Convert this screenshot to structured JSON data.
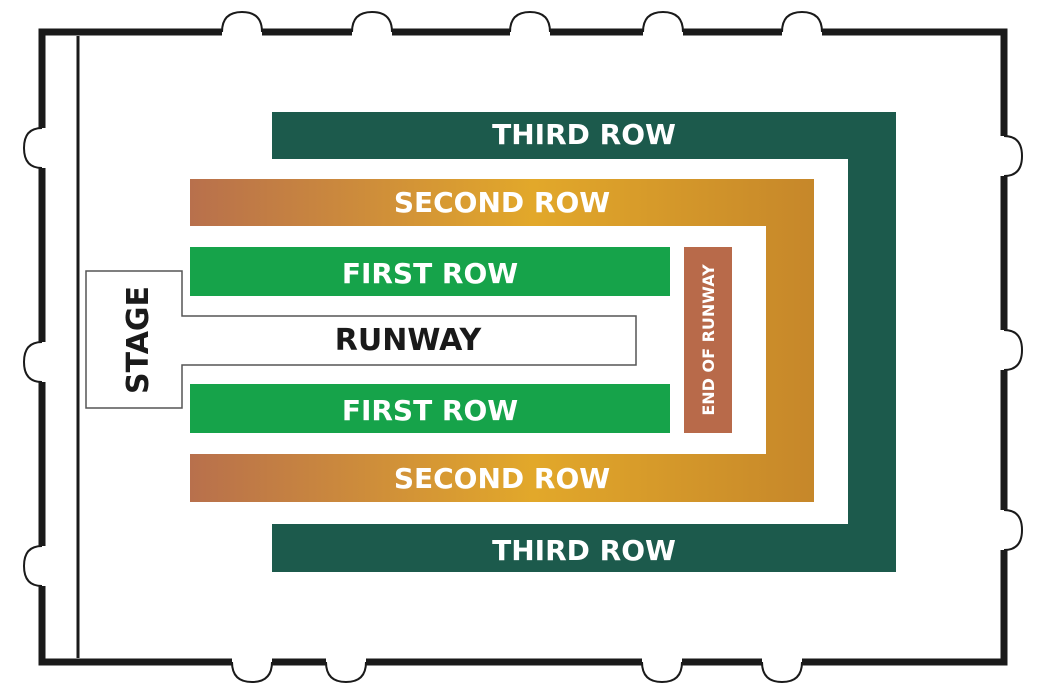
{
  "labels": {
    "third_row_top": "THIRD ROW",
    "second_row_top": "SECOND ROW",
    "first_row_top": "FIRST ROW",
    "runway": "RUNWAY",
    "first_row_bottom": "FIRST ROW",
    "second_row_bottom": "SECOND ROW",
    "third_row_bottom": "THIRD ROW",
    "stage": "STAGE",
    "end_of_runway": "END OF RUNWAY"
  },
  "colors": {
    "third_row": "#1c5a4c",
    "first_row": "#16a34a",
    "end_of_runway": "#b86a4a",
    "second_row_gradient": [
      "#b8704c",
      "#e2a82a",
      "#c6872a"
    ],
    "walls": "#1a1a1a"
  },
  "icons": {
    "door": "door-icon"
  }
}
